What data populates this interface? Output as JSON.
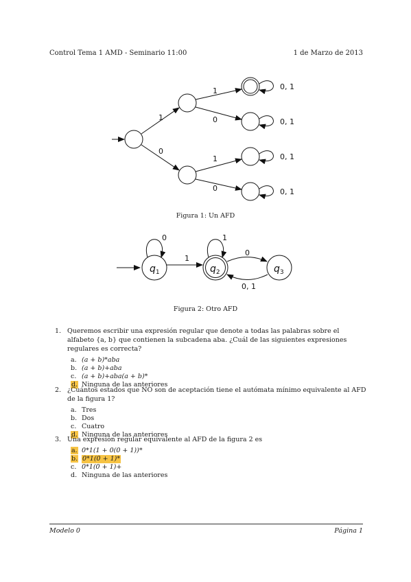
{
  "header": {
    "left": "Control Tema 1 AMD - Seminario 11:00",
    "right": "1 de Marzo de 2013"
  },
  "figure1": {
    "edge_labels": {
      "top": "1",
      "bottom": "0",
      "upper_up": "1",
      "upper_down": "0",
      "lower_up": "1",
      "lower_down": "0"
    },
    "loop_labels": [
      "0, 1",
      "0, 1",
      "0, 1",
      "0, 1"
    ],
    "caption": "Figura 1: Un AFD"
  },
  "figure2": {
    "states": {
      "q1": "q",
      "q2": "q",
      "q3": "q",
      "sub1": "1",
      "sub2": "2",
      "sub3": "3"
    },
    "edge_labels": {
      "loop_q1": "0",
      "loop_q2": "1",
      "q1_q2": "1",
      "q2_q3": "0",
      "q3_q2": "0, 1"
    },
    "caption": "Figura 2: Otro AFD"
  },
  "questions": [
    {
      "num": "1.",
      "text": "Queremos escribir una expresión regular que denote a todas las palabras sobre el alfabeto {a, b} que contienen la subcadena aba. ¿Cuál de las siguientes expresiones regulares es correcta?",
      "options": [
        {
          "letter": "a.",
          "text": "(a + b)*aba",
          "highlight_letter": false,
          "highlight_text": false
        },
        {
          "letter": "b.",
          "text": "(a + b)+aba",
          "highlight_letter": false,
          "highlight_text": false
        },
        {
          "letter": "c.",
          "text": "(a + b)+aba(a + b)*",
          "highlight_letter": false,
          "highlight_text": false
        },
        {
          "letter": "d.",
          "text": "Ninguna de las anteriores",
          "highlight_letter": true,
          "highlight_text": false
        }
      ]
    },
    {
      "num": "2.",
      "text": "¿Cuántos estados que NO son de aceptación tiene el autómata mínimo equivalente al AFD de la figura 1?",
      "options": [
        {
          "letter": "a.",
          "text": "Tres",
          "highlight_letter": false,
          "highlight_text": false
        },
        {
          "letter": "b.",
          "text": "Dos",
          "highlight_letter": false,
          "highlight_text": false
        },
        {
          "letter": "c.",
          "text": "Cuatro",
          "highlight_letter": false,
          "highlight_text": false
        },
        {
          "letter": "d.",
          "text": "Ninguna de las anteriores",
          "highlight_letter": true,
          "highlight_text": false
        }
      ]
    },
    {
      "num": "3.",
      "text": "Una expresión regular equivalente al AFD de la figura 2 es",
      "options": [
        {
          "letter": "a.",
          "text": "0*1(1 + 0(0 + 1))*",
          "highlight_letter": true,
          "highlight_text": false
        },
        {
          "letter": "b.",
          "text": "0*1(0 + 1)*",
          "highlight_letter": true,
          "highlight_text": true
        },
        {
          "letter": "c.",
          "text": "0*1(0 + 1)+",
          "highlight_letter": false,
          "highlight_text": false
        },
        {
          "letter": "d.",
          "text": "Ninguna de las anteriores",
          "highlight_letter": false,
          "highlight_text": false
        }
      ]
    }
  ],
  "footer": {
    "left": "Modelo 0",
    "right": "Página 1"
  },
  "colors": {
    "highlight": "#f6c344",
    "ink": "#1a1a1a"
  }
}
